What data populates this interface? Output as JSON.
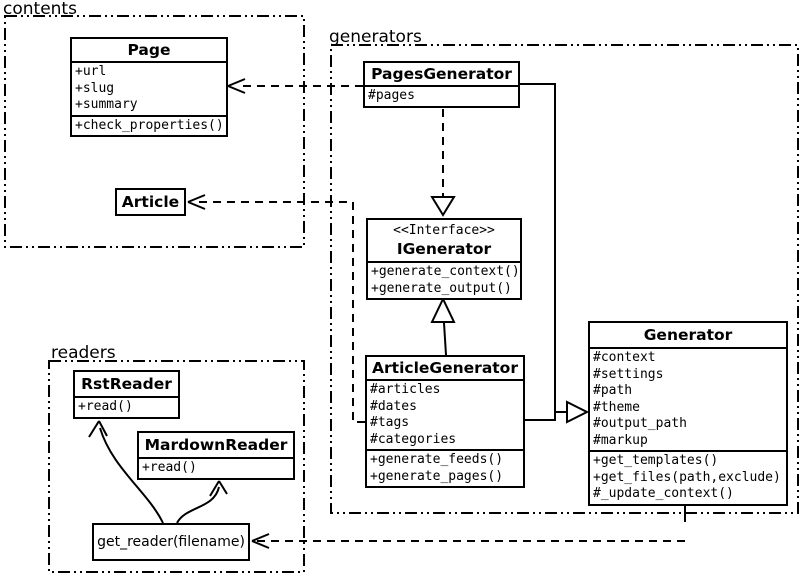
{
  "packages": {
    "contents": {
      "label": "contents"
    },
    "generators": {
      "label": "generators"
    },
    "readers": {
      "label": "readers"
    }
  },
  "classes": {
    "page": {
      "name": "Page",
      "attributes": [
        "+url",
        "+slug",
        "+summary"
      ],
      "methods": [
        "+check_properties()"
      ]
    },
    "article": {
      "name": "Article"
    },
    "pages_generator": {
      "name": "PagesGenerator",
      "attributes": [
        "#pages"
      ]
    },
    "igenerator": {
      "stereotype": "<<Interface>>",
      "name": "IGenerator",
      "methods": [
        "+generate_context()",
        "+generate_output()"
      ]
    },
    "article_generator": {
      "name": "ArticleGenerator",
      "attributes": [
        "#articles",
        "#dates",
        "#tags",
        "#categories"
      ],
      "methods": [
        "+generate_feeds()",
        "+generate_pages()"
      ]
    },
    "generator": {
      "name": "Generator",
      "attributes": [
        "#context",
        "#settings",
        "#path",
        "#theme",
        "#output_path",
        "#markup"
      ],
      "methods": [
        "+get_templates()",
        "+get_files(path,exclude)",
        "#_update_context()"
      ]
    },
    "rst_reader": {
      "name": "RstReader",
      "methods": [
        "+read()"
      ]
    },
    "markdown_reader": {
      "name": "MardownReader",
      "methods": [
        "+read()"
      ]
    },
    "get_reader": {
      "label": "get_reader(filename)"
    }
  },
  "relationships": [
    {
      "from": "PagesGenerator",
      "to": "Page",
      "type": "dashed-arrow"
    },
    {
      "from": "ArticleGenerator",
      "to": "Article",
      "type": "dashed-arrow"
    },
    {
      "from": "PagesGenerator",
      "to": "IGenerator",
      "type": "dashed-hollow-triangle"
    },
    {
      "from": "ArticleGenerator",
      "to": "IGenerator",
      "type": "solid-hollow-triangle"
    },
    {
      "from": "PagesGenerator",
      "to": "Generator",
      "type": "solid-hollow-triangle"
    },
    {
      "from": "ArticleGenerator",
      "to": "Generator",
      "type": "solid-hollow-triangle"
    },
    {
      "from": "Generator",
      "to": "get_reader(filename)",
      "type": "dashed-arrow"
    },
    {
      "from": "get_reader(filename)",
      "to": "RstReader",
      "type": "curved-arrow"
    },
    {
      "from": "get_reader(filename)",
      "to": "MardownReader",
      "type": "curved-arrow"
    }
  ],
  "colors": {
    "line": "#000000",
    "background": "#ffffff",
    "box_fill": "#ffffff"
  }
}
